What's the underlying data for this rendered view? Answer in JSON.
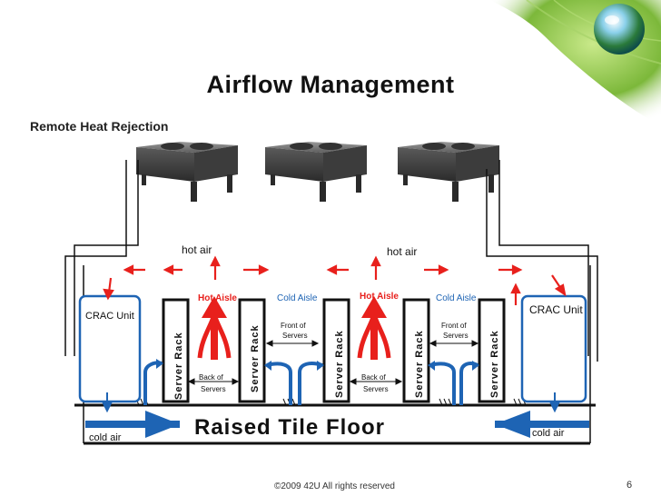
{
  "slide": {
    "title": "Airflow Management",
    "subtitle": "Remote Heat Rejection",
    "footer": "©2009 42U All rights reserved",
    "page_number": "6"
  },
  "diagram": {
    "hot_air_left": "hot air",
    "hot_air_right": "hot air",
    "crac_left": "CRAC Unit",
    "crac_right": "CRAC Unit",
    "hot_aisle_left": "Hot Aisle",
    "hot_aisle_right": "Hot Aisle",
    "cold_aisle_left": "Cold Aisle",
    "cold_aisle_right": "Cold Aisle",
    "server_rack": "Server Rack",
    "front_of_servers_1": "Front of",
    "front_of_servers_2": "Servers",
    "back_of_servers_1": "Back of",
    "back_of_servers_2": "Servers",
    "floor_label": "Raised Tile Floor",
    "cold_air_left": "cold air",
    "cold_air_right": "cold air"
  },
  "colors": {
    "hot_red": "#e8201c",
    "cold_blue": "#1e64b4",
    "rack_border": "#111111",
    "leaf_green": "#6fae2b"
  }
}
